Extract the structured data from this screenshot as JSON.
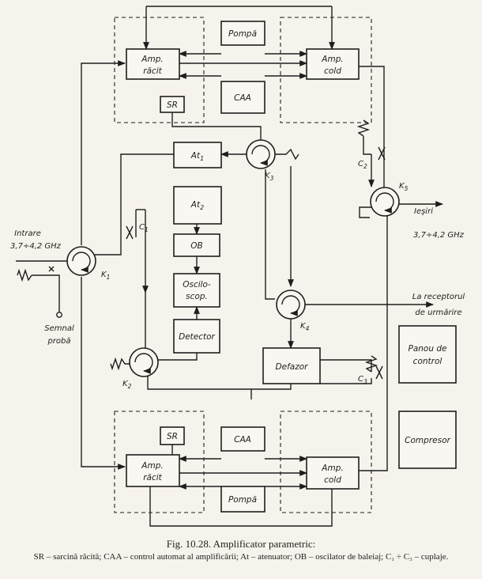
{
  "blocks": {
    "pump_top": "Pompă",
    "amp_cooled_top_1": "Amp.",
    "amp_cooled_top_2": "răcit",
    "amp_cold_top_1": "Amp.",
    "amp_cold_top_2": "cold",
    "caa_top": "CAA",
    "sr_top": "SR",
    "at1": "At",
    "at1_sub": "1",
    "at2": "At",
    "at2_sub": "2",
    "ob": "OB",
    "osc_1": "Oscilo-",
    "osc_2": "scop.",
    "detector": "Detector",
    "defazor": "Defazor",
    "panou_1": "Panou de",
    "panou_2": "control",
    "compresor": "Compresor",
    "sr_bot": "SR",
    "caa_bot": "CAA",
    "amp_cooled_bot_1": "Amp.",
    "amp_cooled_bot_2": "răcit",
    "amp_cold_bot_1": "Amp.",
    "amp_cold_bot_2": "cold",
    "pump_bot": "Pompă"
  },
  "labels": {
    "intrare_1": "Intrare",
    "intrare_2": "3,7÷4,2 GHz",
    "iesiri_1": "Ieşiri",
    "iesiri_2": "3,7÷4,2 GHz",
    "receptor_1": "La receptorul",
    "receptor_2": "de urmărire",
    "semnal_1": "Semnal",
    "semnal_2": "probă",
    "k1": "K",
    "k1_sub": "1",
    "k2": "K",
    "k2_sub": "2",
    "k3": "K",
    "k3_sub": "3",
    "k4": "K",
    "k4_sub": "4",
    "k5": "K",
    "k5_sub": "5",
    "c1": "C",
    "c1_sub": "1",
    "c2": "C",
    "c2_sub": "2",
    "c3": "C",
    "c3_sub": "3"
  },
  "caption": {
    "title": "Fig. 10.28. Amplificator parametric:",
    "legend": "SR – sarcină răcită; CAA – control automat al amplificării; At – atenuator; OB – oscilator de baleiaj; C₁ ÷ C₃ – cuplaje."
  }
}
